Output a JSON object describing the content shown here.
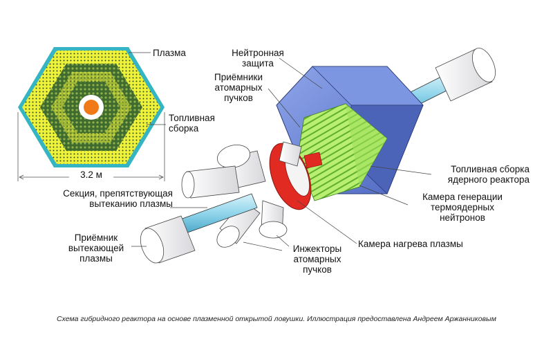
{
  "labels": {
    "plasma": "Плазма",
    "neutron_shield": "Нейтронная\nзащита",
    "atomic_beam_receivers": "Приёмники\nатомарных\nпучков",
    "fuel_assembly": "Топливная\nсборка",
    "dimension": "3.2 м",
    "section": "Секция, препятствующая\nвытеканию плазмы",
    "outflow_receiver": "Приёмник\nвытекающей\nплазмы",
    "injectors": "Инжекторы\nатомарных\nпучков",
    "heating_chamber": "Камера нагрева плазмы",
    "reactor_fuel_assembly": "Топливная сборка\nядерного реактора",
    "neutron_chamber": "Камера генерации\nтермоядерных\nнейтронов"
  },
  "caption": "Схема гибридного реактора на основе плазменной открытой ловушки. Иллюстрация предоставлена Андреем Аржанниковым",
  "colors": {
    "fuel_yellow": "#eef23a",
    "fuel_green": "#5a8a3a",
    "hex_border": "#35b5c4",
    "shield_blue": "#5e78cc",
    "rod_green": "#9ee05a",
    "heating_red": "#e02a22",
    "plasma_orange": "#f07a18"
  }
}
